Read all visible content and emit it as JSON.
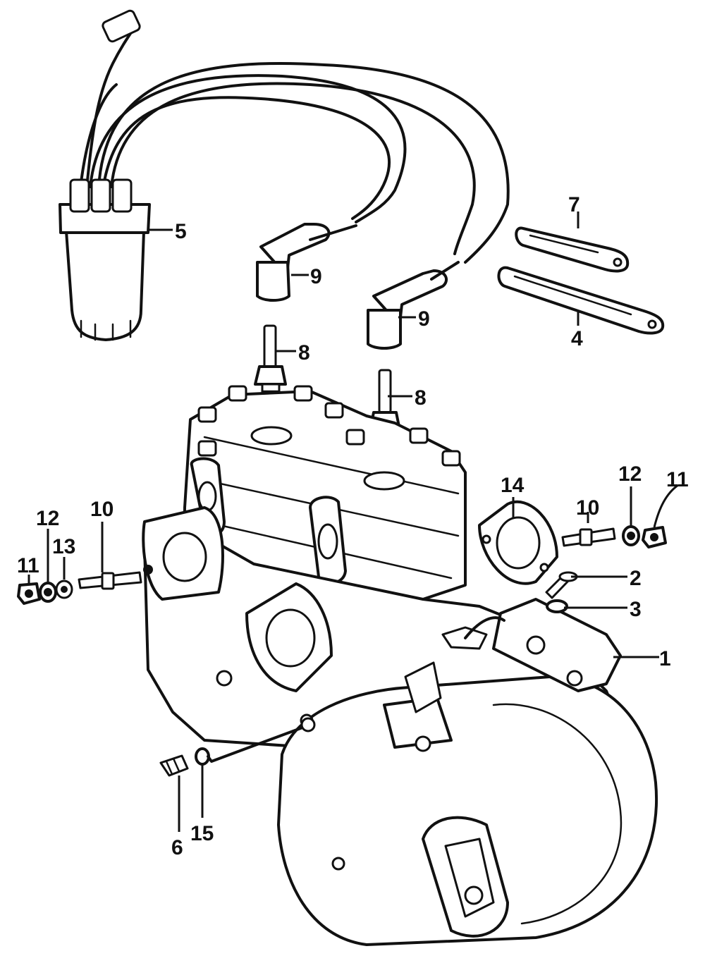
{
  "colors": {
    "ink": "#111111",
    "paper": "#ffffff"
  },
  "callouts": {
    "c1": "1",
    "c2": "2",
    "c3": "3",
    "c4": "4",
    "c5": "5",
    "c6": "6",
    "c7": "7",
    "c8a": "8",
    "c8b": "8",
    "c9a": "9",
    "c9b": "9",
    "c10a": "10",
    "c10b": "10",
    "c11a": "11",
    "c11b": "11",
    "c12a": "12",
    "c12b": "12",
    "c13": "13",
    "c14": "14",
    "c15": "15"
  }
}
